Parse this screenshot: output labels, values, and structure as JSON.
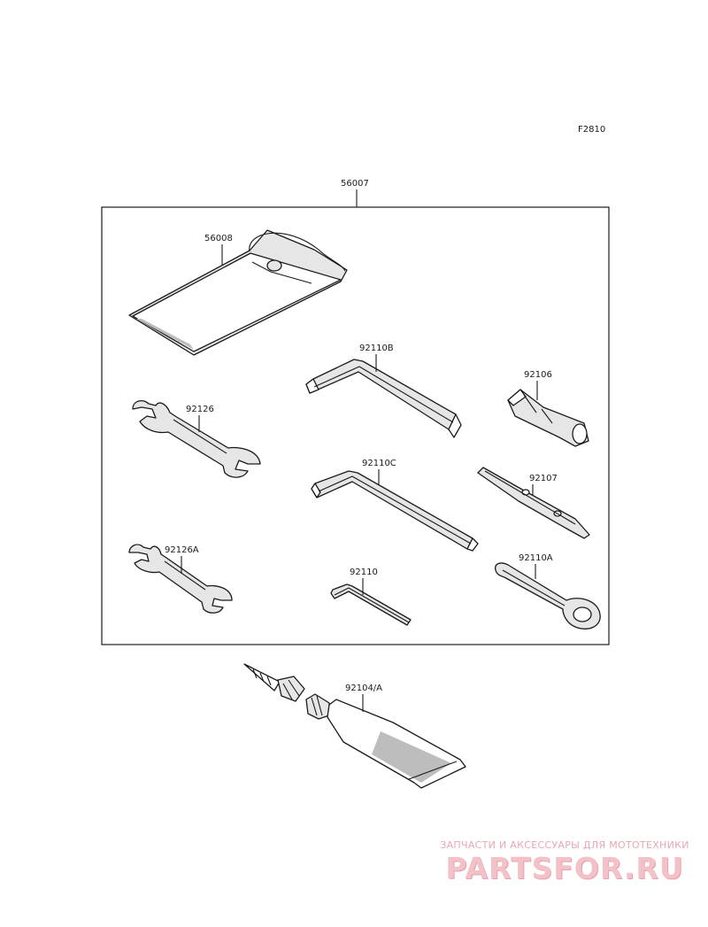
{
  "figure_code": "F2810",
  "kit_label": "56007",
  "parts": {
    "case": "56008",
    "hex_wrench_b": "92110B",
    "screwdriver_handle": "92106",
    "wrench_92126": "92126",
    "hex_wrench_c": "92110C",
    "screwdriver_bit": "92107",
    "wrench_92126a": "92126A",
    "hex_wrench": "92110",
    "spanner_92110a": "92110A",
    "grease_tube": "92104/A"
  },
  "watermark": {
    "tagline": "ЗАПЧАСТИ И АКСЕССУАРЫ ДЛЯ МОТОТЕХНИКИ",
    "logo": "PARTSFOR.RU"
  }
}
